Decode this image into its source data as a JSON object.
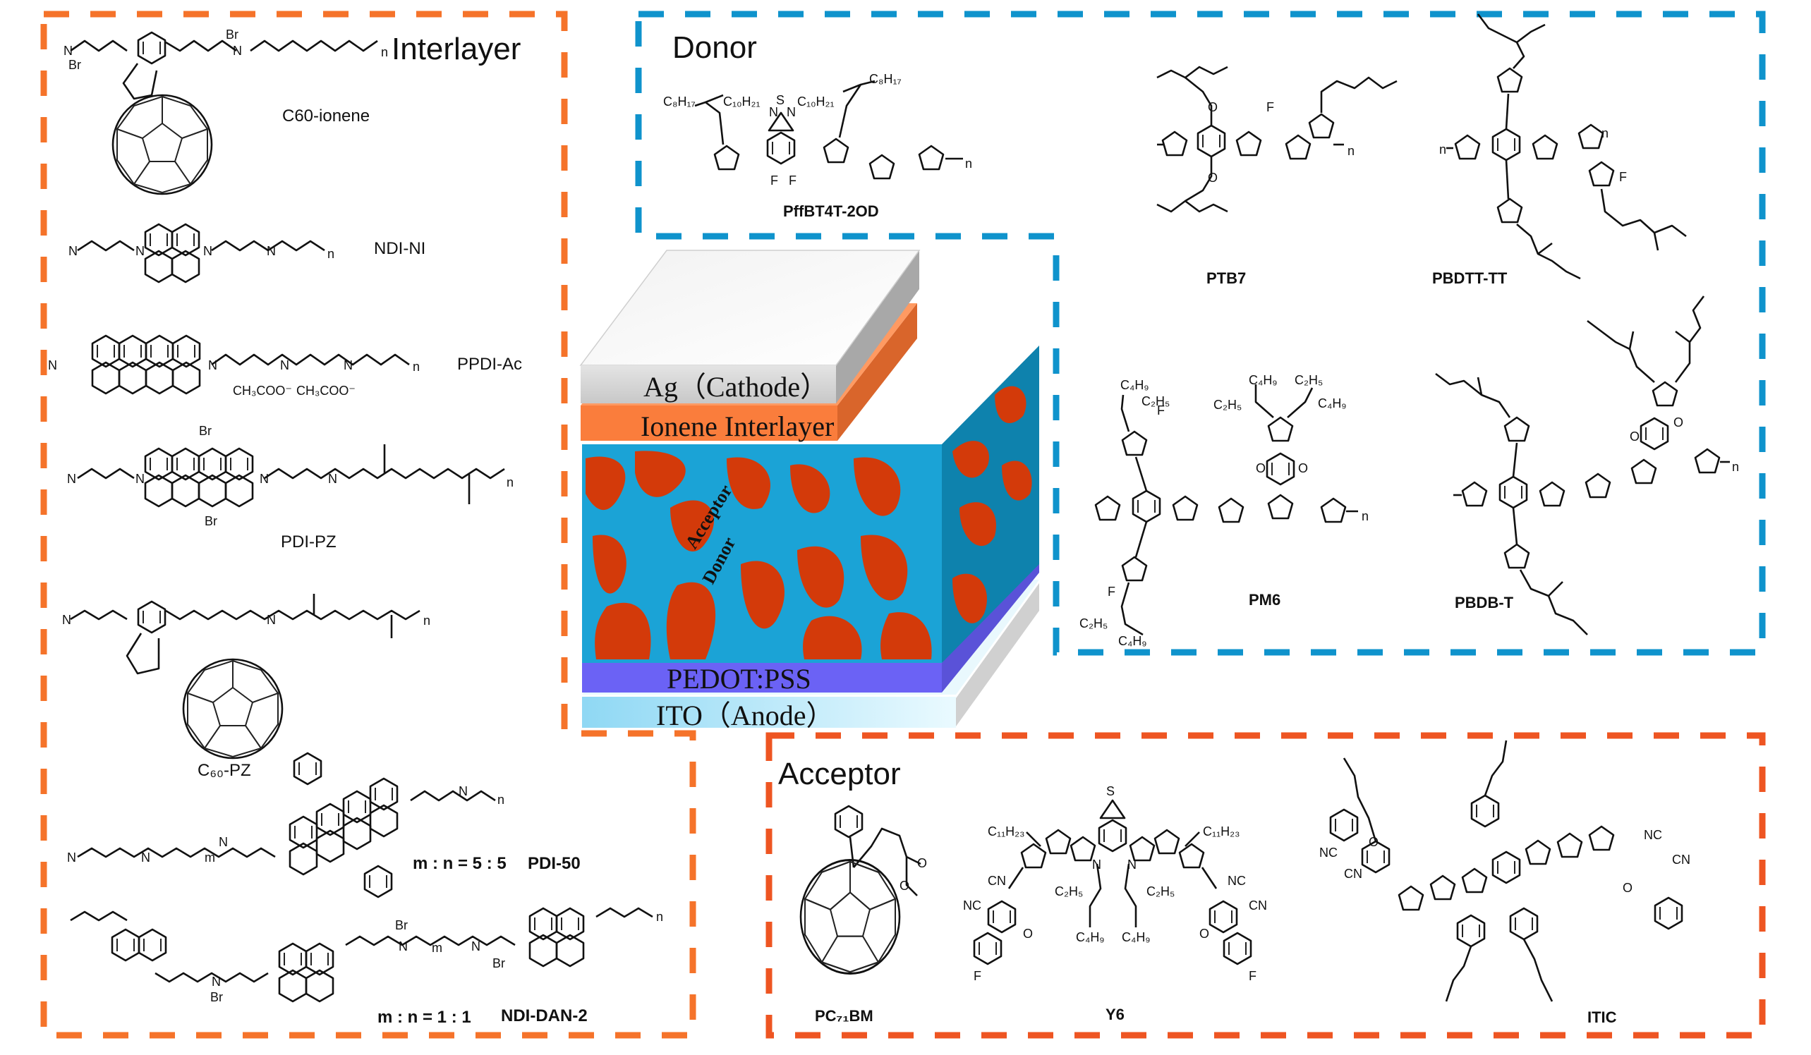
{
  "colors": {
    "interlayer_border": "#F5732A",
    "donor_border": "#0F93CC",
    "acceptor_border": "#EE5522",
    "cathode": "#D9D9D9",
    "interlayer_layer": "#FA7D3C",
    "active_donor": "#1BA3D6",
    "active_acceptor": "#D33A0A",
    "pedot": "#6B62F5",
    "ito": "#A9E3F7"
  },
  "sections": {
    "interlayer": {
      "title": "Interlayer",
      "molecules": [
        {
          "name": "C60-ionene"
        },
        {
          "name": "NDI-NI"
        },
        {
          "name": "PPDI-Ac",
          "counterion": "CH₃COO⁻"
        },
        {
          "name": "PDI-PZ"
        },
        {
          "name": "C₆₀-PZ"
        },
        {
          "name": "PDI-50",
          "ratio": "m : n = 5 : 5"
        },
        {
          "name": "NDI-DAN-2",
          "ratio": "m : n = 1 : 1"
        }
      ]
    },
    "donor": {
      "title": "Donor",
      "molecules": [
        {
          "name": "PffBT4T-2OD",
          "substituents": [
            "C₈H₁₇",
            "C₁₀H₂₁"
          ]
        },
        {
          "name": "PTB7"
        },
        {
          "name": "PBDTT-TT"
        },
        {
          "name": "PM6",
          "substituents": [
            "C₄H₉",
            "C₂H₅"
          ]
        },
        {
          "name": "PBDB-T"
        }
      ]
    },
    "acceptor": {
      "title": "Acceptor",
      "molecules": [
        {
          "name": "PC₇₁BM"
        },
        {
          "name": "Y6",
          "substituents": [
            "C₁₁H₂₃",
            "C₂H₅",
            "C₄H₉"
          ]
        },
        {
          "name": "ITIC"
        }
      ]
    }
  },
  "device": {
    "layers": [
      {
        "id": "cathode",
        "label": "Ag（Cathode）"
      },
      {
        "id": "interlayer",
        "label": "Ionene Interlayer"
      },
      {
        "id": "active",
        "label_acceptor": "Acceptor",
        "label_donor": "Donor"
      },
      {
        "id": "pedot",
        "label": "PEDOT:PSS"
      },
      {
        "id": "ito",
        "label": "ITO（Anode）"
      }
    ]
  },
  "atoms": {
    "S": "S",
    "N": "N",
    "O": "O",
    "F": "F",
    "Br": "Br",
    "n": "n",
    "m": "m",
    "CN": "CN",
    "NC": "NC",
    "plus": "⊕",
    "minus": "⊖"
  }
}
